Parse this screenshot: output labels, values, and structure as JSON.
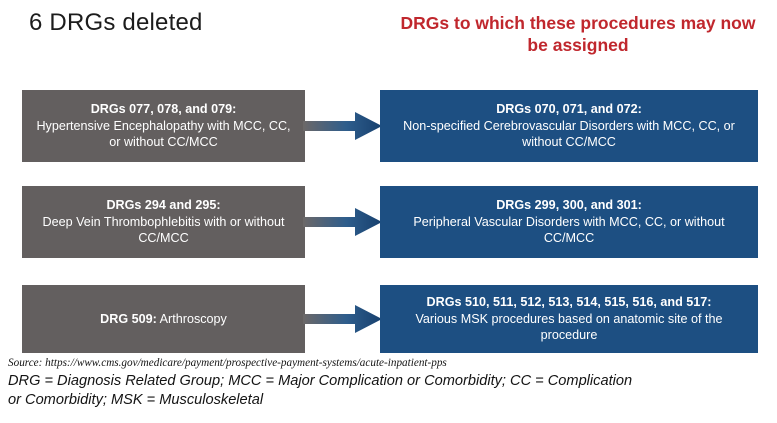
{
  "headings": {
    "left_title": "6 DRGs deleted",
    "right_title_line1": "DRGs to which these procedures",
    "right_title_line2": "may now be assigned"
  },
  "colors": {
    "deleted_box": "#635f5f",
    "assigned_box": "#1d4f82",
    "accent_red": "#c0272d",
    "background": "#ffffff",
    "text_on_box": "#ffffff"
  },
  "rows": [
    {
      "deleted": {
        "header": "DRGs 077, 078, and 079:",
        "description": "Hypertensive Encephalopathy with MCC, CC, or without CC/MCC"
      },
      "arrow": "right-arrow-gradient",
      "assigned": {
        "header": "DRGs 070, 071, and 072:",
        "description": "Non-specified Cerebrovascular Disorders with MCC, CC, or without CC/MCC"
      }
    },
    {
      "deleted": {
        "header": "DRGs 294 and 295:",
        "description": "Deep Vein Thrombophlebitis with or without CC/MCC"
      },
      "arrow": "right-arrow-gradient",
      "assigned": {
        "header": "DRGs 299, 300, and 301:",
        "description": "Peripheral Vascular Disorders with MCC, CC, or without CC/MCC"
      }
    },
    {
      "deleted": {
        "header": "DRG 509:",
        "description": "Arthroscopy",
        "inline": true
      },
      "arrow": "right-arrow-gradient",
      "assigned": {
        "header": "DRGs 510, 511, 512, 513, 514, 515, 516, and 517:",
        "description": "Various MSK procedures based on anatomic site of the procedure"
      }
    }
  ],
  "footer": {
    "source": "Source: https://www.cms.gov/medicare/payment/prospective-payment-systems/acute-inpatient-pps",
    "definitions": "DRG = Diagnosis Related Group; MCC = Major Complication or Comorbidity; CC = Complication or Comorbidity; MSK = Musculoskeletal"
  }
}
